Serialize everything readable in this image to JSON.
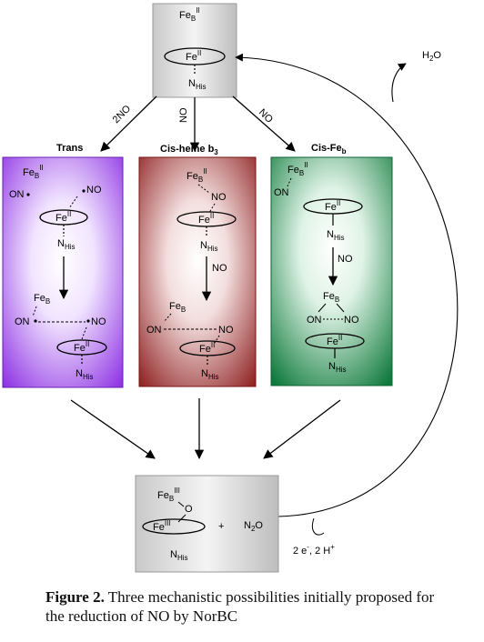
{
  "top_box": {
    "feb": "Fe",
    "feb_sub": "B",
    "feb_sup": "II",
    "fe": "Fe",
    "fe_sup": "II",
    "nhis": "N",
    "nhis_sub": "His"
  },
  "arrows": {
    "left": "2NO",
    "middle": "NO",
    "right": "NO"
  },
  "water": {
    "h": "H",
    "sub": "2",
    "o": "O"
  },
  "panels": {
    "trans": {
      "title": "Trans",
      "feb": "Fe",
      "feb_sub": "B",
      "feb_sup": "II",
      "on": "ON",
      "no": "NO",
      "fe": "Fe",
      "fe_sup": "II",
      "nhis": "N",
      "nhis_sub": "His",
      "feb2": "Fe",
      "feb2_sub": "B",
      "on2": "ON",
      "no2": "NO",
      "fe2": "Fe",
      "fe2_sup": "II",
      "nhis2": "N",
      "nhis2_sub": "His"
    },
    "cisheme": {
      "title": "Cis-heme b",
      "title_sub": "3",
      "feb": "Fe",
      "feb_sub": "B",
      "feb_sup": "II",
      "no": "NO",
      "fe": "Fe",
      "fe_sup": "II",
      "nhis": "N",
      "nhis_sub": "His",
      "arrow_no": "NO",
      "feb2": "Fe",
      "feb2_sub": "B",
      "on2": "ON",
      "no2": "NO",
      "fe2": "Fe",
      "fe2_sup": "II",
      "nhis2": "N",
      "nhis2_sub": "His"
    },
    "cisfeb": {
      "title": "Cis-Fe",
      "title_sub": "b",
      "feb": "Fe",
      "feb_sub": "B",
      "feb_sup": "II",
      "on": "ON",
      "fe": "Fe",
      "fe_sup": "II",
      "nhis": "N",
      "nhis_sub": "His",
      "arrow_no": "NO",
      "feb2": "Fe",
      "feb2_sub": "B",
      "on2": "ON",
      "no2": "NO",
      "fe2": "Fe",
      "fe2_sup": "II",
      "nhis2": "N",
      "nhis2_sub": "His"
    }
  },
  "bottom_box": {
    "feb": "Fe",
    "feb_sub": "B",
    "feb_sup": "III",
    "o": "O",
    "fe": "Fe",
    "fe_sup": "III",
    "plus": "+",
    "n2o_n": "N",
    "n2o_sub": "2",
    "n2o_o": "O",
    "nhis": "N",
    "nhis_sub": "His"
  },
  "electrons": {
    "text": "2 e",
    "sup": "-",
    "text2": ", 2 H",
    "sup2": "+"
  },
  "caption": {
    "label": "Figure 2.",
    "text": " Three mechanistic possibilities initially proposed for the reduction of NO by NorBC"
  }
}
